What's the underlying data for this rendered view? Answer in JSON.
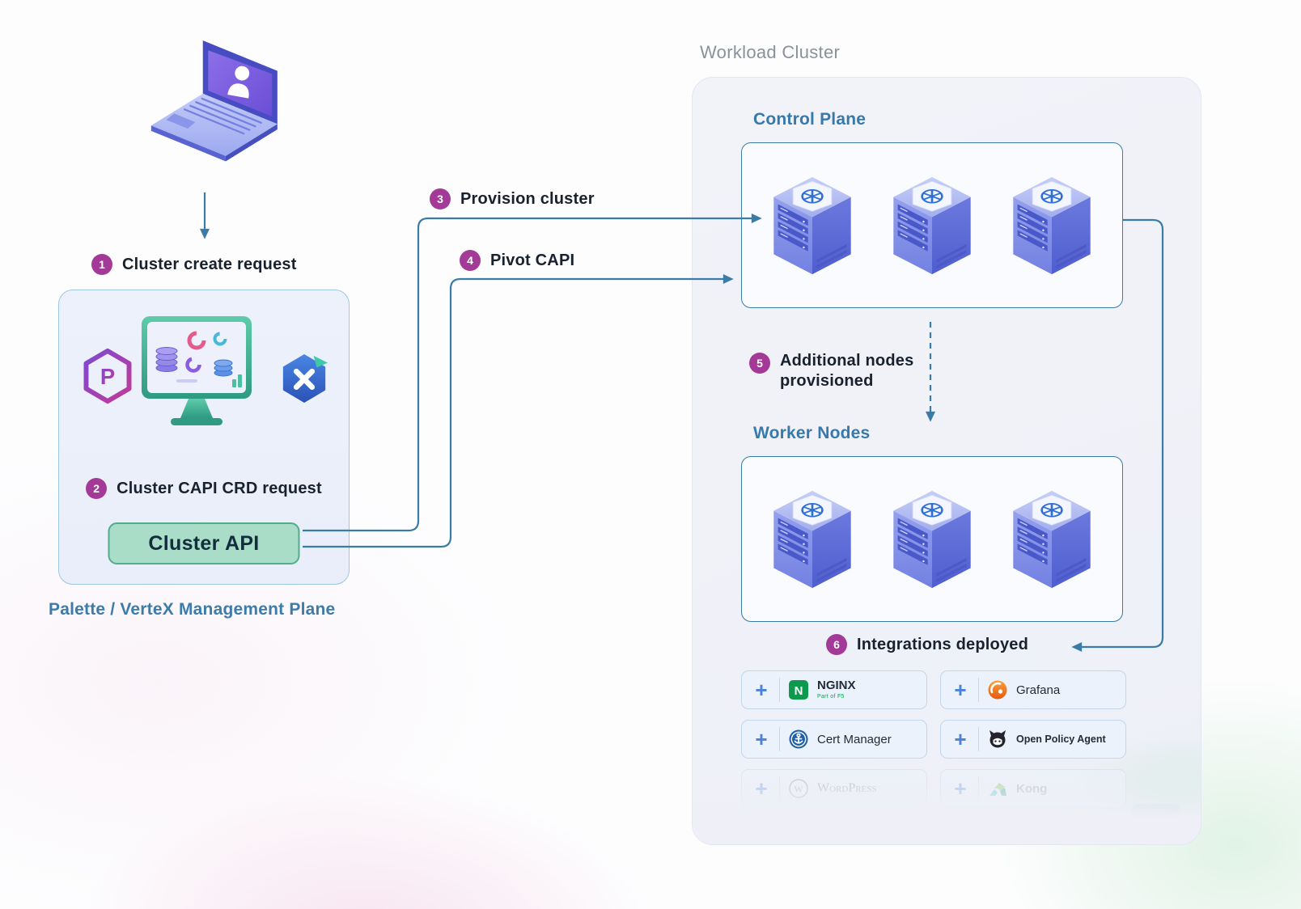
{
  "colors": {
    "arrow_blue": "#3a7ca5",
    "badge_magenta": "#a33a98",
    "heading_blue": "#3579ad",
    "muted_gray": "#8b919c",
    "text_dark": "#18212e",
    "cluster_api_green": "#a9ddc7",
    "server_purple": "#6b79de",
    "nginx_green": "#0c9a4e",
    "grafana_orange": "#e8590c"
  },
  "icons": {
    "plus": "+",
    "palette_letter": "P",
    "vertex_letter": "X",
    "nginx_letter": "N",
    "wordpress_letter": "W"
  },
  "steps": [
    {
      "num": "1",
      "label": "Cluster create request"
    },
    {
      "num": "2",
      "label": "Cluster CAPI CRD request"
    },
    {
      "num": "3",
      "label": "Provision cluster"
    },
    {
      "num": "4",
      "label": "Pivot CAPI"
    },
    {
      "num": "5",
      "label": "Additional nodes provisioned"
    },
    {
      "num": "6",
      "label": "Integrations deployed"
    }
  ],
  "management": {
    "caption": "Palette / VerteX Management Plane",
    "cluster_api_button": "Cluster API"
  },
  "workload": {
    "title": "Workload Cluster",
    "control_plane_title": "Control Plane",
    "worker_nodes_title": "Worker Nodes",
    "integrations": [
      {
        "name": "NGINX",
        "sub": "Part of F5"
      },
      {
        "name": "Grafana"
      },
      {
        "name": "Cert Manager"
      },
      {
        "name": "Open Policy Agent"
      },
      {
        "name": "WordPress"
      },
      {
        "name": "Kong"
      }
    ]
  }
}
